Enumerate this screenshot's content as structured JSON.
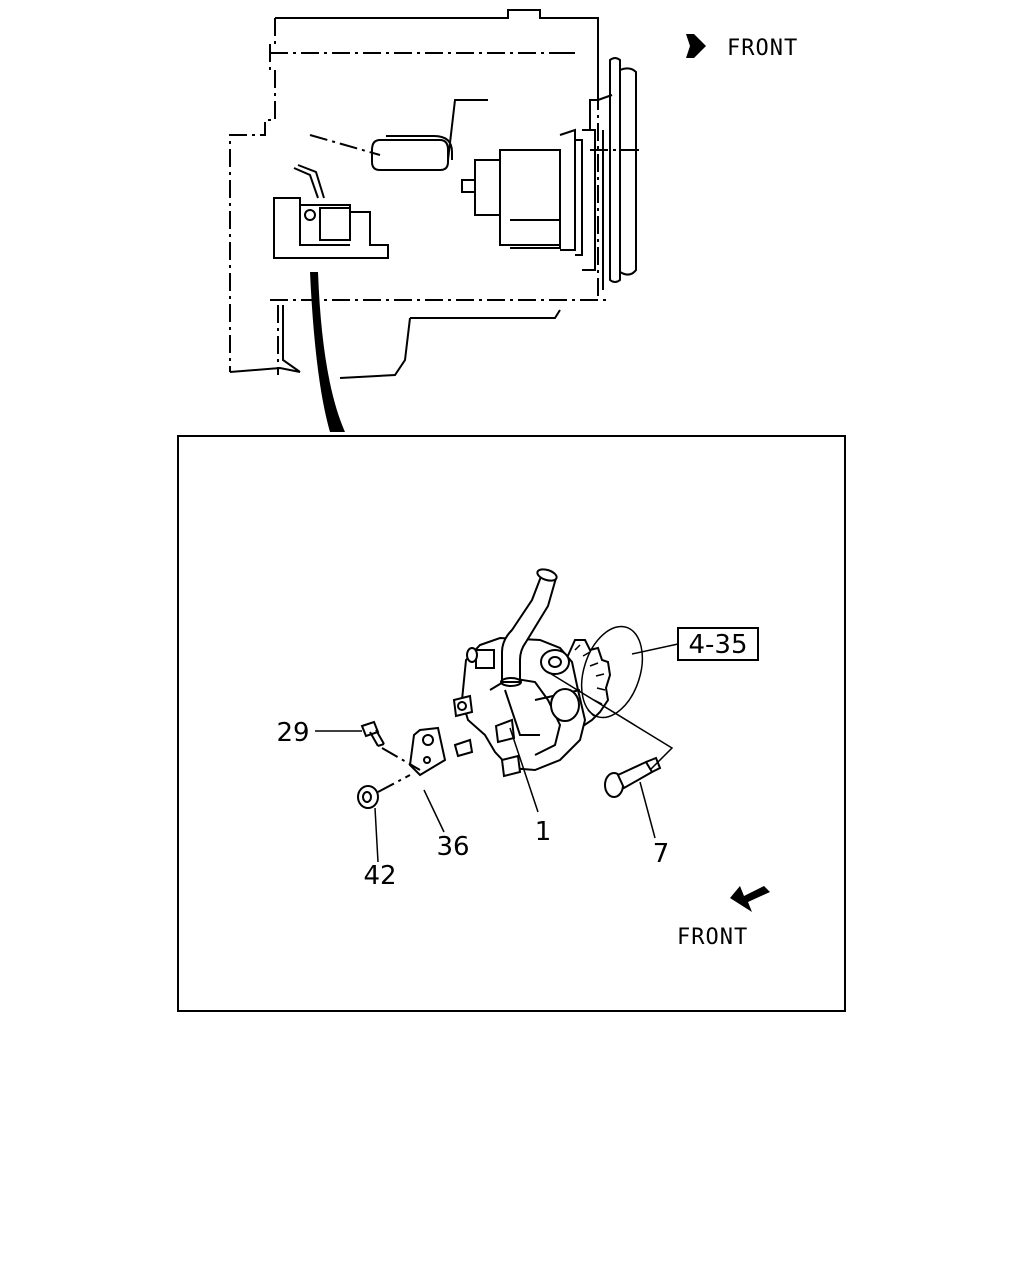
{
  "orientation": {
    "top_front_label": "FRONT",
    "bottom_front_label": "FRONT"
  },
  "callouts": {
    "ref_box": "4-35",
    "part_29": "29",
    "part_42": "42",
    "part_36": "36",
    "part_1": "1",
    "part_7": "7"
  },
  "icons": {
    "top_arrow": "arrow-right-icon",
    "bottom_arrow": "arrow-down-left-icon"
  }
}
